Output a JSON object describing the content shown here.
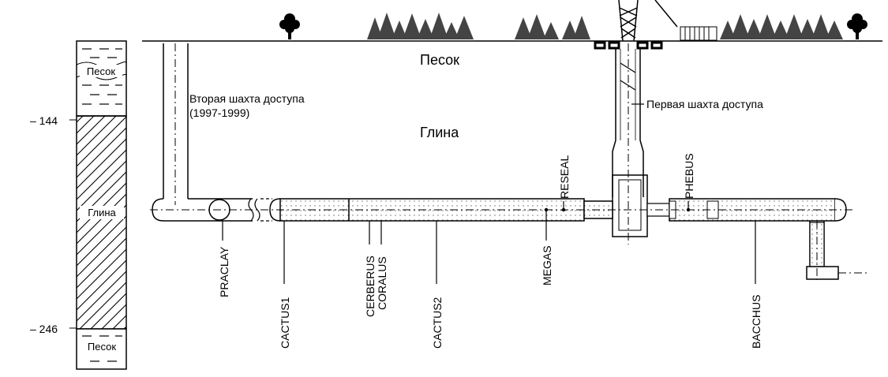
{
  "column": {
    "depth_144": "– 144",
    "depth_246": "– 246",
    "top_layer": "Песок",
    "middle_layer": "Глина",
    "bottom_layer": "Песок"
  },
  "strata": {
    "sand": "Песок",
    "clay": "Глина"
  },
  "shafts": {
    "second_line1": "Вторая шахта доступа",
    "second_line2": "(1997-1999)",
    "first": "Первая шахта доступа"
  },
  "experiments": {
    "praclay": "PRACLAY",
    "cactus1": "CACTUS1",
    "cerberus": "CERBERUS",
    "coralus": "CORALUS",
    "cactus2": "CACTUS2",
    "megas": "MEGAS",
    "reseal": "RESEAL",
    "phebus": "PHEBUS",
    "bacchus": "BACCHUS"
  }
}
